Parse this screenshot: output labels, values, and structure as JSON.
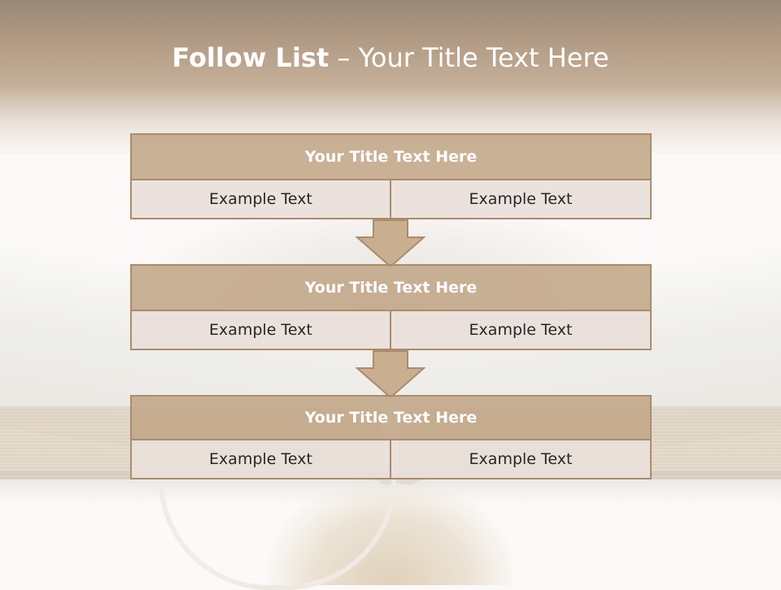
{
  "title": {
    "bold": "Follow List",
    "separator": " – ",
    "rest": "Your Title Text Here"
  },
  "steps": [
    {
      "title": "Your Title Text Here",
      "left": "Example Text",
      "right": "Example Text"
    },
    {
      "title": "Your Title Text Here",
      "left": "Example Text",
      "right": "Example Text"
    },
    {
      "title": "Your Title Text Here",
      "left": "Example Text",
      "right": "Example Text"
    }
  ],
  "colors": {
    "header_fill": "#c2a688",
    "border": "#aa8c6c",
    "cell_fill": "#e9e0da",
    "arrow_fill": "#c9ae8f",
    "title_text": "#ffffff",
    "body_text": "#262626"
  },
  "icons": [
    "down-arrow-icon"
  ]
}
